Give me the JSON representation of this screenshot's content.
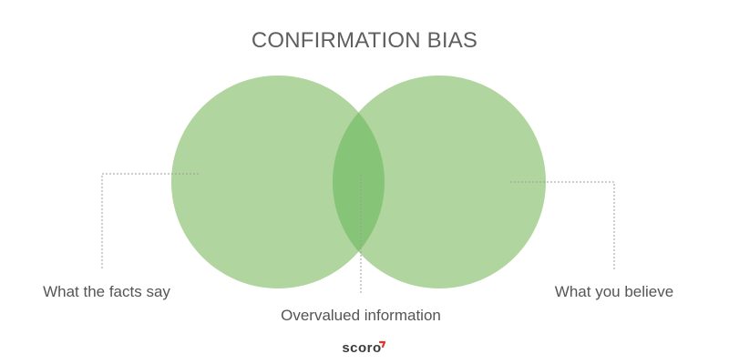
{
  "title": "CONFIRMATION BIAS",
  "sets": [
    {
      "label": "What the facts say"
    },
    {
      "label": "What you believe"
    }
  ],
  "intersection": {
    "label": "Overvalued information"
  },
  "logo": {
    "text": "scoro",
    "mark_color": "#e2342b"
  },
  "colors": {
    "circle_fill": "#b1d59e",
    "overlap_fill": "#86c477",
    "leader_line": "#9c9c9c",
    "text": "#555555"
  }
}
